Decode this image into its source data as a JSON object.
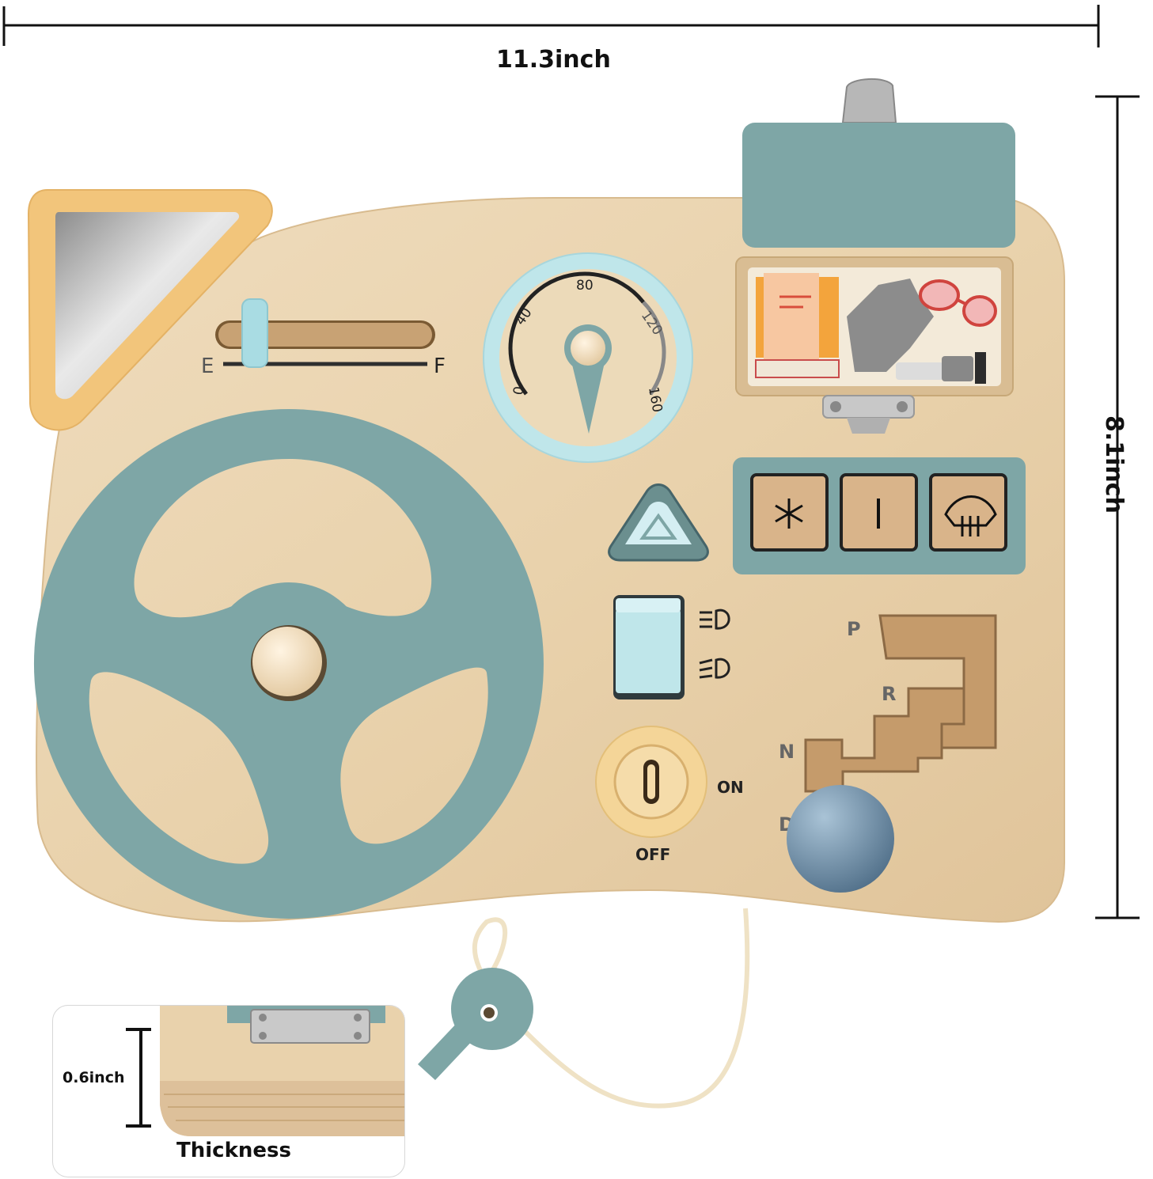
{
  "dimensions": {
    "width_label": "11.3inch",
    "height_label": "8.1inch",
    "thickness_value": "0.6inch",
    "thickness_caption": "Thickness"
  },
  "fuel_gauge": {
    "empty_label": "E",
    "full_label": "F"
  },
  "speedometer": {
    "ticks": [
      "0",
      "40",
      "80",
      "120",
      "160"
    ]
  },
  "headlight_switch": {
    "icons": [
      "low-beam-icon",
      "high-beam-icon"
    ]
  },
  "climate_buttons": {
    "icons": [
      "snowflake-icon",
      "bar-icon",
      "rear-defrost-icon"
    ]
  },
  "gear_shifter": {
    "labels": [
      "P",
      "R",
      "N",
      "D"
    ]
  },
  "ignition": {
    "on_label": "ON",
    "off_label": "OFF"
  },
  "colors": {
    "wood": "#ead3ae",
    "sage": "#7ea6a6",
    "mint": "#bfe6ea",
    "mirror_frame": "#f3c77d",
    "dark_knob": "#5f7f98"
  }
}
